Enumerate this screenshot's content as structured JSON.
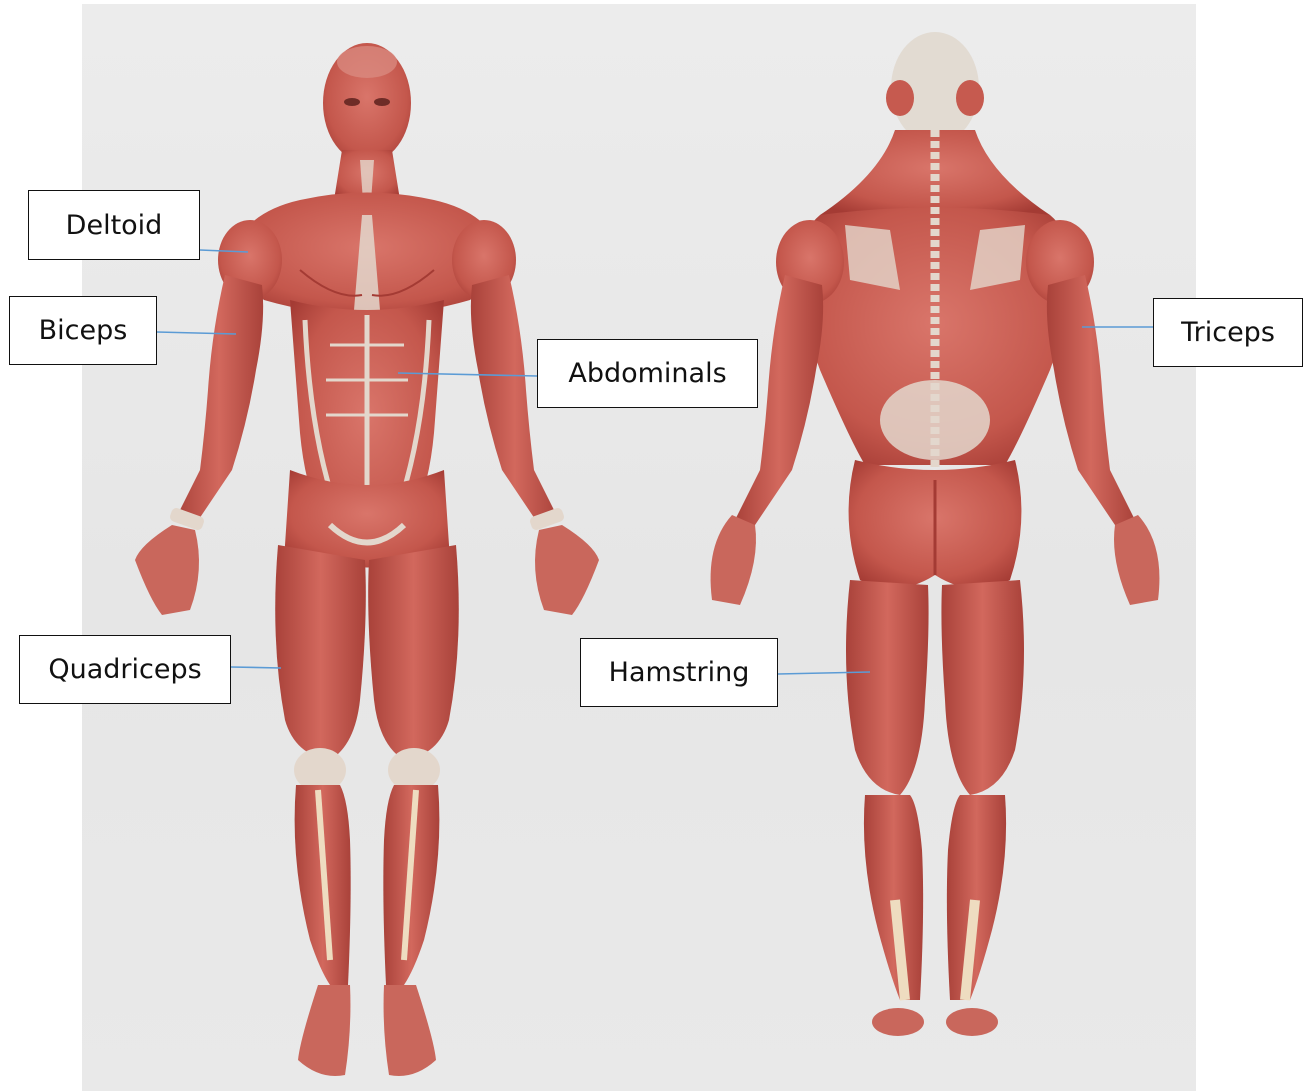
{
  "diagram": {
    "labels": {
      "deltoid": "Deltoid",
      "biceps": "Biceps",
      "abdominals": "Abdominals",
      "triceps": "Triceps",
      "quadriceps": "Quadriceps",
      "hamstring": "Hamstring"
    },
    "colors": {
      "muscle": "#c4574c",
      "muscle_dark": "#a43b34",
      "tendon": "#e3d7cc",
      "leader_line": "#5b9bd5",
      "backdrop": "#e8e8e8"
    }
  }
}
